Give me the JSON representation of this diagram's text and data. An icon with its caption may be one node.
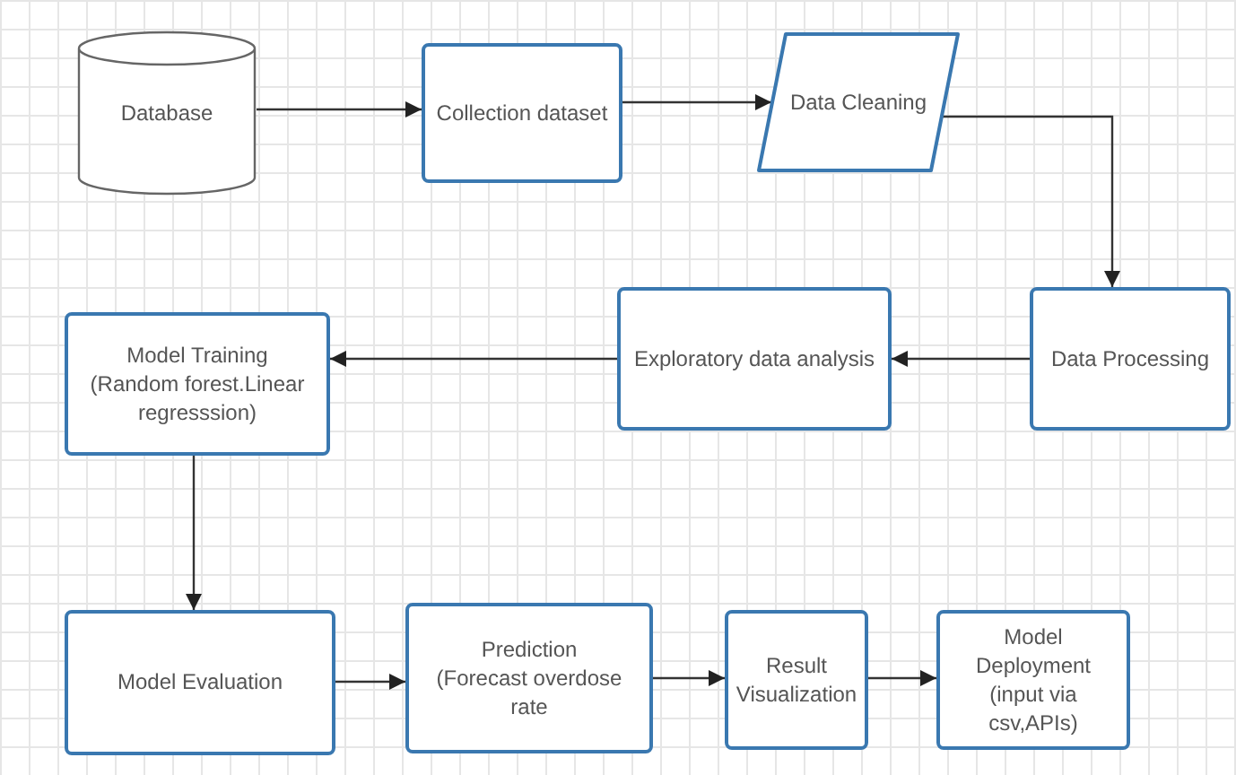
{
  "diagram": {
    "nodes": [
      {
        "text": [
          "Database"
        ]
      },
      {
        "text": [
          "Collection dataset"
        ]
      },
      {
        "text": [
          "Data Cleaning"
        ]
      },
      {
        "text": [
          "Data Processing"
        ]
      },
      {
        "text": [
          "Exploratory data analysis"
        ]
      },
      {
        "text": [
          "Model Training",
          "(Random forest.Linear regresssion)"
        ]
      },
      {
        "text": [
          "Model Evaluation"
        ]
      },
      {
        "text": [
          "Prediction",
          "(Forecast overdose rate"
        ]
      },
      {
        "text": [
          "Result Visualization"
        ]
      },
      {
        "text": [
          "Model Deployment",
          "(input via csv,APIs)"
        ]
      }
    ],
    "edges": [
      {
        "from": 0,
        "to": 1,
        "arrow": "to"
      },
      {
        "from": 1,
        "to": 2,
        "arrow": "to"
      },
      {
        "from": 2,
        "to": 3,
        "arrow": "to"
      },
      {
        "from": 3,
        "to": 4,
        "arrow": "to"
      },
      {
        "from": 4,
        "to": 5,
        "arrow": "to"
      },
      {
        "from": 5,
        "to": 6,
        "arrow": "to"
      },
      {
        "from": 6,
        "to": 7,
        "arrow": "to"
      },
      {
        "from": 7,
        "to": 8,
        "arrow": "to"
      },
      {
        "from": 8,
        "to": 9,
        "arrow": "to"
      }
    ]
  }
}
